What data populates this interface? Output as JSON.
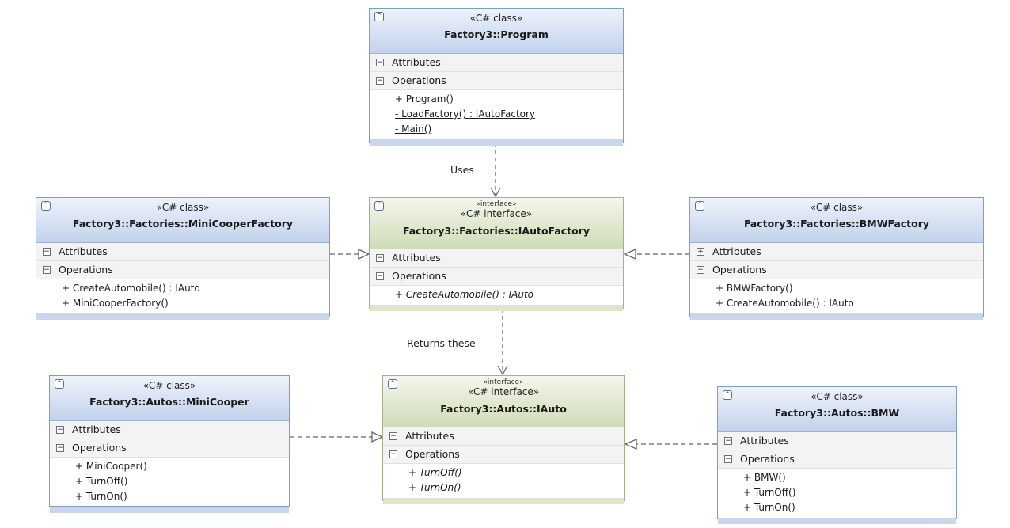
{
  "colors": {
    "class_header": "#c2d2ec",
    "interface_header": "#cfdbb8",
    "class_border": "#7f9dc9",
    "interface_border": "#a4b08c",
    "connector": "#666666"
  },
  "icons": {
    "collapse": "double-chevron-up-icon",
    "section_expanded": "minus-box-icon",
    "section_collapsed": "plus-box-icon"
  },
  "boxes": {
    "program": {
      "stereotype": "«C# class»",
      "name": "Factory3::Program",
      "attributes_label": "Attributes",
      "operations_label": "Operations",
      "operations": [
        "+ Program()",
        "- LoadFactory() : IAutoFactory",
        "- Main()"
      ]
    },
    "minicooper_factory": {
      "stereotype": "«C# class»",
      "name": "Factory3::Factories::MiniCooperFactory",
      "attributes_label": "Attributes",
      "operations_label": "Operations",
      "operations": [
        "+ CreateAutomobile() : IAuto",
        "+ MiniCooperFactory()"
      ]
    },
    "iautofactory": {
      "small_stereotype": "«interface»",
      "stereotype": "«C# interface»",
      "name": "Factory3::Factories::IAutoFactory",
      "attributes_label": "Attributes",
      "operations_label": "Operations",
      "operations": [
        "+ CreateAutomobile() : IAuto"
      ]
    },
    "bmw_factory": {
      "stereotype": "«C# class»",
      "name": "Factory3::Factories::BMWFactory",
      "attributes_label": "Attributes",
      "operations_label": "Operations",
      "operations": [
        "+ BMWFactory()",
        "+ CreateAutomobile() : IAuto"
      ]
    },
    "minicooper": {
      "stereotype": "«C# class»",
      "name": "Factory3::Autos::MiniCooper",
      "attributes_label": "Attributes",
      "operations_label": "Operations",
      "operations": [
        "+ MiniCooper()",
        "+ TurnOff()",
        "+ TurnOn()"
      ]
    },
    "iauto": {
      "small_stereotype": "«interface»",
      "stereotype": "«C# interface»",
      "name": "Factory3::Autos::IAuto",
      "attributes_label": "Attributes",
      "operations_label": "Operations",
      "operations": [
        "+ TurnOff()",
        "+ TurnOn()"
      ]
    },
    "bmw": {
      "stereotype": "«C# class»",
      "name": "Factory3::Autos::BMW",
      "attributes_label": "Attributes",
      "operations_label": "Operations",
      "operations": [
        "+ BMW()",
        "+ TurnOff()",
        "+ TurnOn()"
      ]
    }
  },
  "edge_labels": {
    "uses": "Uses",
    "returns": "Returns these"
  }
}
